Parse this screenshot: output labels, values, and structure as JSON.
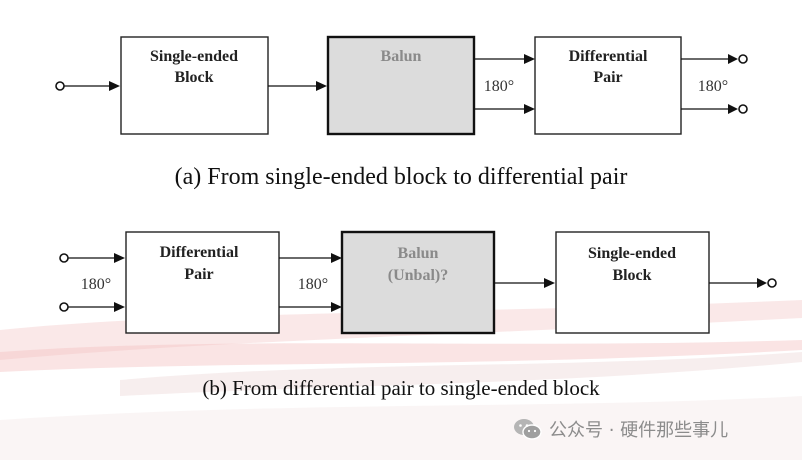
{
  "diagram_a": {
    "blocks": [
      "Single-ended",
      "Block",
      "Balun",
      "Differential",
      "Pair"
    ],
    "phase": [
      "180°",
      "180°"
    ],
    "caption": "(a) From single-ended block to differential pair"
  },
  "diagram_b": {
    "blocks": [
      "Differential",
      "Pair",
      "Balun",
      "(Unbal)?",
      "Single-ended",
      "Block"
    ],
    "phase": [
      "180°",
      "180°"
    ],
    "caption": "(b) From differential pair to single-ended block"
  },
  "watermark": {
    "text": "公众号 · 硬件那些事儿",
    "icon": "wechat-icon"
  },
  "colors": {
    "balun_fill": "#dcdcdc",
    "balun_text": "#8a8a8a",
    "line": "#111111"
  }
}
